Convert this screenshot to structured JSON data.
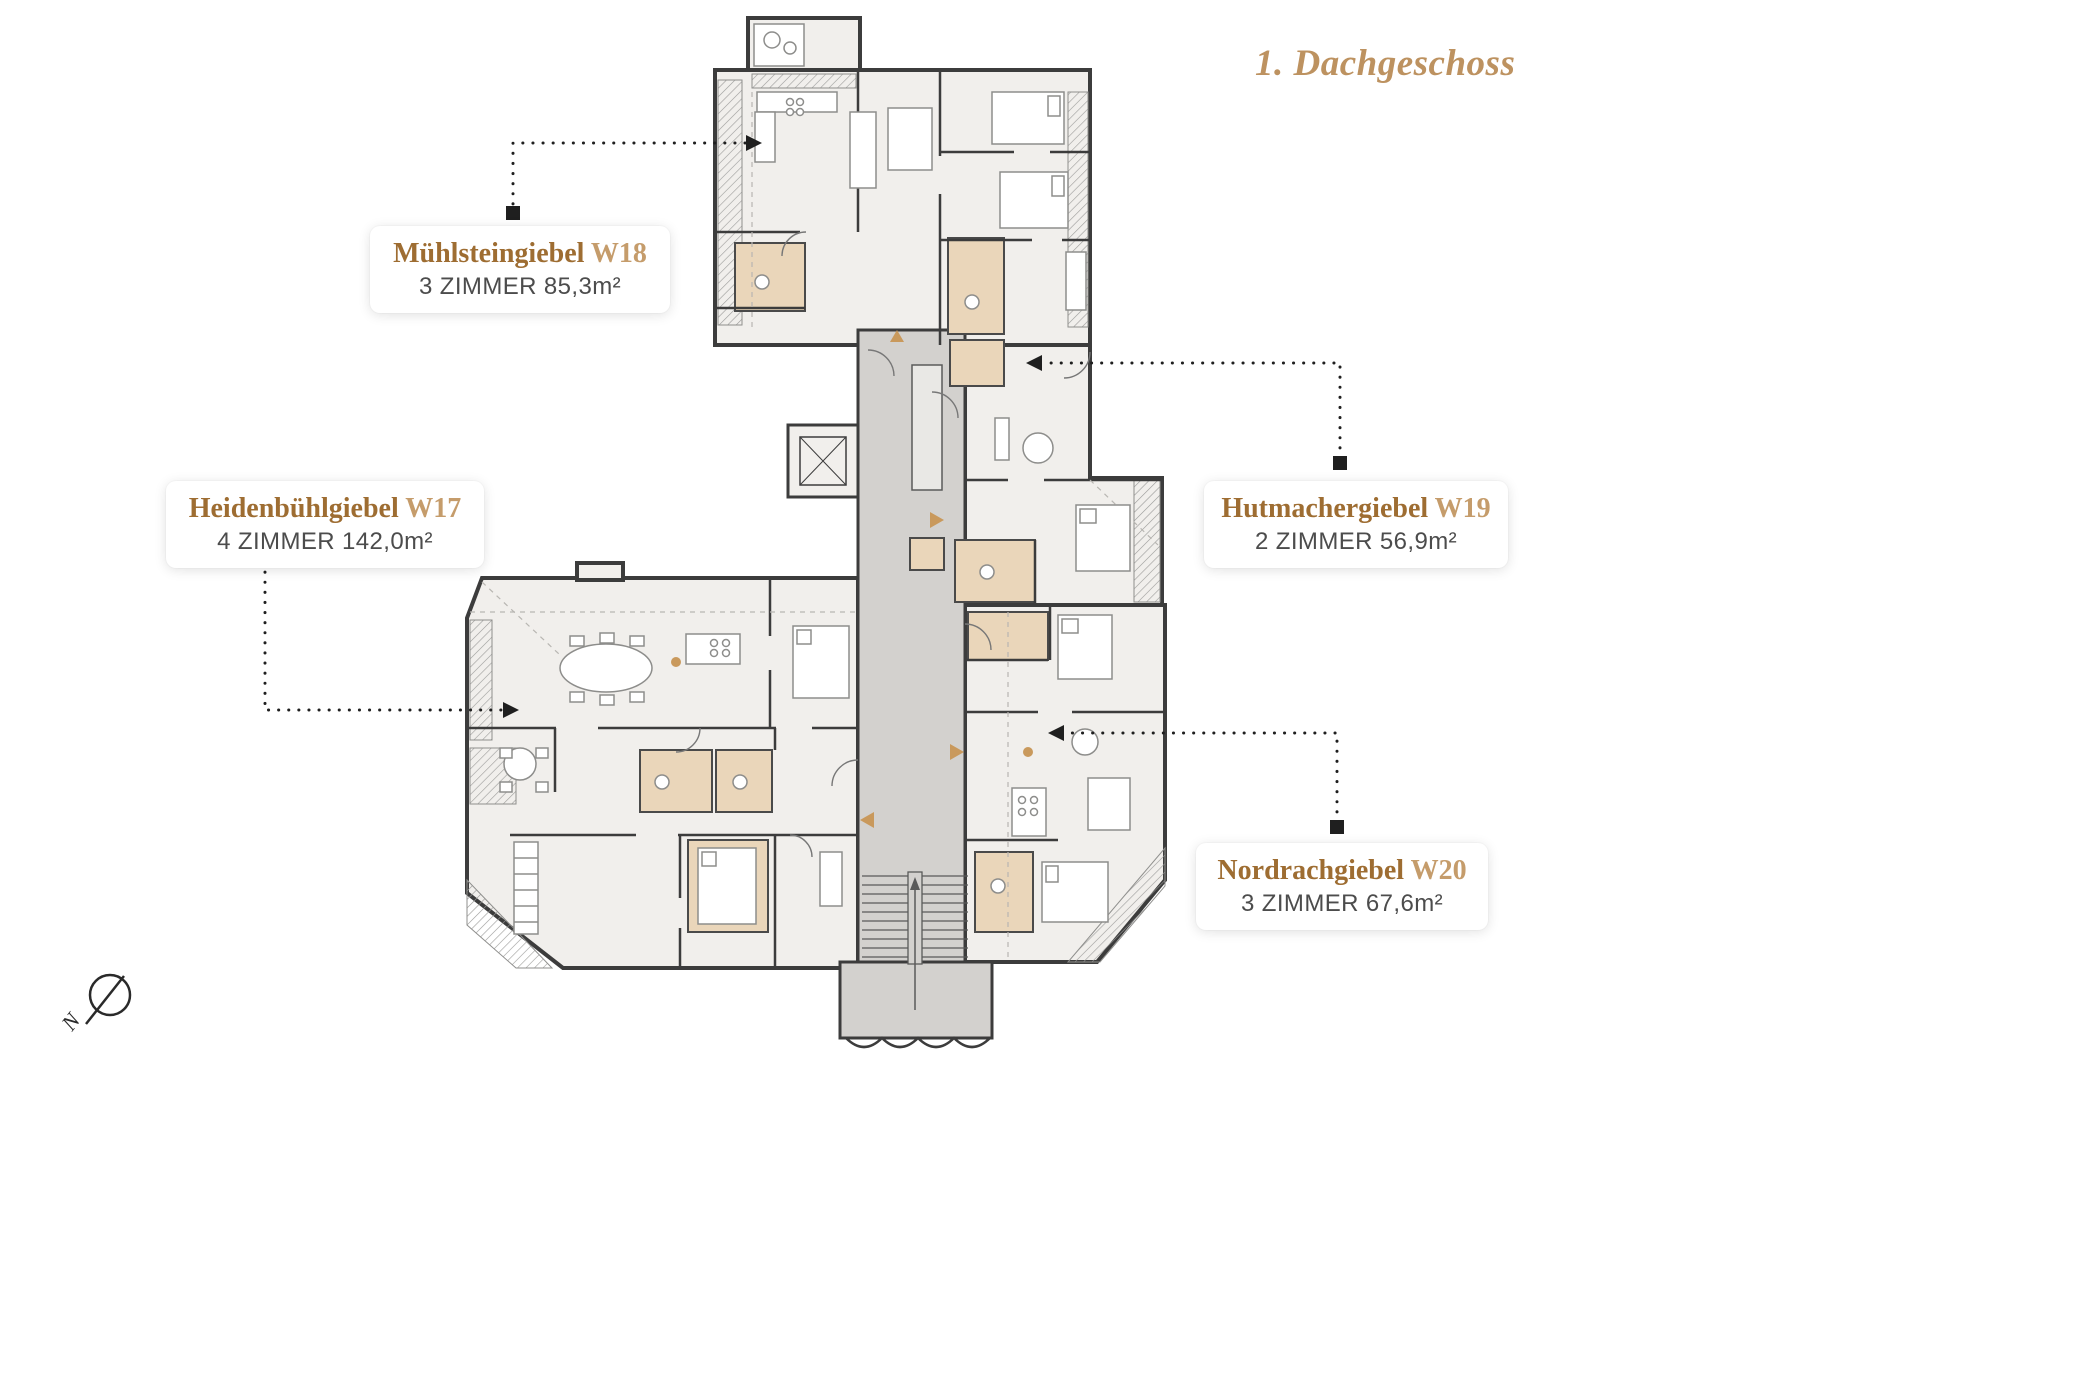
{
  "title": "1. Dachgeschoss",
  "colors": {
    "accent_gold": "#c9995c",
    "title_gold": "#bd9260",
    "name_brown": "#9e6d32",
    "unit_gold": "#c59c6b",
    "text_gray": "#4c4c4c",
    "wall": "#3c3c3c",
    "floor": "#f1efec",
    "corridor": "#d3d1ce",
    "wetroom": "#ead6ba"
  },
  "apartments": [
    {
      "id": "w18",
      "name": "Mühlsteingiebel",
      "unit": "W18",
      "details": "3 ZIMMER 85,3m²"
    },
    {
      "id": "w17",
      "name": "Heidenbühlgiebel",
      "unit": "W17",
      "details": "4 ZIMMER 142,0m²"
    },
    {
      "id": "w19",
      "name": "Hutmachergiebel",
      "unit": "W19",
      "details": "2 ZIMMER 56,9m²"
    },
    {
      "id": "w20",
      "name": "Nordrachgiebel",
      "unit": "W20",
      "details": "3 ZIMMER 67,6m²"
    }
  ],
  "compass": {
    "label": "N"
  }
}
